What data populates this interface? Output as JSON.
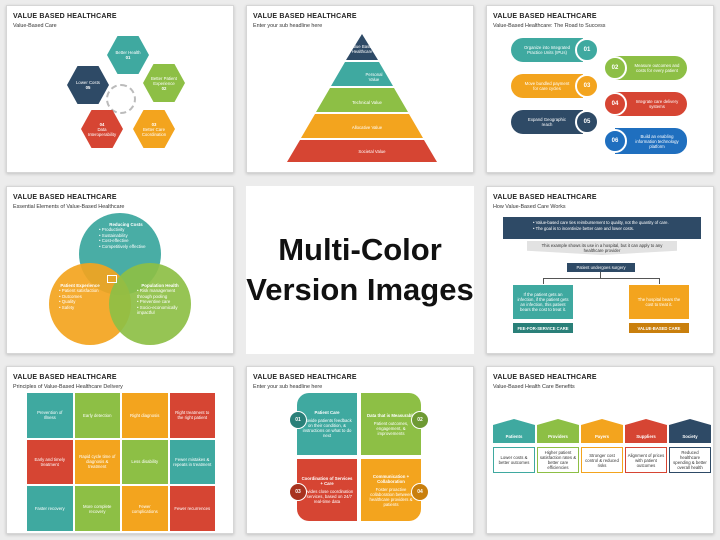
{
  "center": {
    "line1": "Multi-Color",
    "line2": "Version Images"
  },
  "slide1": {
    "title": "VALUE BASED HEALTHCARE",
    "subtitle": "Value-Based Care",
    "items": [
      {
        "num": "01",
        "label": "Better Health",
        "color": "#3fa9a0"
      },
      {
        "num": "02",
        "label": "Better Patient Experience",
        "color": "#8dbf45"
      },
      {
        "num": "03",
        "label": "Better Care Coordination",
        "color": "#f3a41e"
      },
      {
        "num": "04",
        "label": "Data Interoperability",
        "color": "#d64533"
      },
      {
        "num": "05",
        "label": "Lower Costs",
        "color": "#2e4a66"
      }
    ]
  },
  "slide2": {
    "title": "VALUE BASED HEALTHCARE",
    "subtitle": "Enter your sub headline here",
    "levels": [
      {
        "label": "Value Based Healthcare",
        "color": "#2e4a66"
      },
      {
        "label": "Personal Value",
        "color": "#3fa9a0"
      },
      {
        "label": "Technical Value",
        "color": "#8dbf45"
      },
      {
        "label": "Allocative Value",
        "color": "#f3a41e"
      },
      {
        "label": "Societal Value",
        "color": "#d64533"
      }
    ]
  },
  "slide3": {
    "title": "VALUE BASED HEALTHCARE",
    "subtitle": "Value-Based Healthcare: The Road to Success",
    "items": [
      {
        "num": "01",
        "label": "Organize into Integrated Practice Units (IPUs)",
        "color": "#3fa9a0"
      },
      {
        "num": "02",
        "label": "Measure outcomes and costs for every patient",
        "color": "#8dbf45"
      },
      {
        "num": "03",
        "label": "Move bundled payment for care cycles",
        "color": "#f3a41e"
      },
      {
        "num": "04",
        "label": "Integrate care delivery systems",
        "color": "#d64533"
      },
      {
        "num": "05",
        "label": "Expand Geographic reach",
        "color": "#2e4a66"
      },
      {
        "num": "06",
        "label": "Build an enabling information technology platform",
        "color": "#1f6fbf"
      }
    ]
  },
  "slide4": {
    "title": "VALUE BASED HEALTHCARE",
    "subtitle": "Essential Elements of Value-Based Healthcare",
    "top": {
      "head": "Reducing Costs",
      "b1": "Productivity",
      "b2": "Sustainability",
      "b3": "Cost-effective",
      "b4": "Competitively effective"
    },
    "left": {
      "head": "Patient Experience",
      "b1": "Patient satisfaction",
      "b2": "Outcomes",
      "b3": "Quality",
      "b4": "Safety"
    },
    "right": {
      "head": "Population Health",
      "b1": "Risk management through pooling",
      "b2": "Preventive care",
      "b3": "Socio-economically impactful"
    }
  },
  "slide5": {
    "title": "VALUE BASED HEALTHCARE",
    "subtitle": "How Value-Based Care Works",
    "banner1": "Value-based care ties reimbursement to quality, not the quantity of care.",
    "banner2": "The goal is to incentivize better care and lower costs.",
    "example": "This example shows its use in a hospital, but it can apply to any healthcare provider",
    "surgery": "Patient undergoes surgery",
    "left_text": "If the patient gets an infection, if the patient gets an infection, this patient bears the cost to treat it.",
    "left_label": "FEE-FOR-SERVICE CARE",
    "right_text": "The hospital bears the cost to treat it.",
    "right_label": "VALUE-BASED CARE"
  },
  "slide6": {
    "title": "VALUE BASED HEALTHCARE",
    "subtitle": "Principles of Value-Based Healthcare Delivery",
    "cells": [
      {
        "label": "Prevention of Illness",
        "color": "#3fa9a0"
      },
      {
        "label": "Early detection",
        "color": "#8dbf45"
      },
      {
        "label": "Right diagnosis",
        "color": "#f3a41e"
      },
      {
        "label": "Right treatment to the right patient",
        "color": "#d64533"
      },
      {
        "label": "Early and timely treatment",
        "color": "#d64533"
      },
      {
        "label": "Rapid cycle time of diagnosis & treatment",
        "color": "#f3a41e"
      },
      {
        "label": "Less disability",
        "color": "#8dbf45"
      },
      {
        "label": "Fewer mistakes & repeats in treatment",
        "color": "#3fa9a0"
      },
      {
        "label": "Faster recovery",
        "color": "#3fa9a0"
      },
      {
        "label": "More complete recovery",
        "color": "#8dbf45"
      },
      {
        "label": "Fewer complications",
        "color": "#f3a41e"
      },
      {
        "label": "Fewer recurrences",
        "color": "#d64533"
      }
    ]
  },
  "slide7": {
    "title": "VALUE BASED HEALTHCARE",
    "subtitle": "Enter your sub headline here",
    "items": [
      {
        "num": "01",
        "head": "Patient Care",
        "text": "Provide patients feedback on their condition, & instructions on what to do next",
        "color": "#3fa9a0"
      },
      {
        "num": "02",
        "head": "Data that is Measurable",
        "text": "Patient outcomes, engagement, & improvements",
        "color": "#8dbf45"
      },
      {
        "num": "03",
        "head": "Coordination of Services + Care",
        "text": "Provides close coordination of services, based on 24/7 real-time data",
        "color": "#d64533"
      },
      {
        "num": "04",
        "head": "Communication + Collaboration",
        "text": "Foster proactive collaboration between healthcare providers & patients",
        "color": "#f3a41e"
      }
    ]
  },
  "slide8": {
    "title": "VALUE BASED HEALTHCARE",
    "subtitle": "Value-Based Health Care Benefits",
    "items": [
      {
        "head": "Patients",
        "text": "Lower costs & better outcomes",
        "color": "#3fa9a0"
      },
      {
        "head": "Providers",
        "text": "Higher patient satisfaction rates & better care efficiencies",
        "color": "#8dbf45"
      },
      {
        "head": "Payers",
        "text": "Stronger cost control & reduced risks",
        "color": "#f3a41e"
      },
      {
        "head": "Suppliers",
        "text": "Alignment of prices with patient outcomes",
        "color": "#d64533"
      },
      {
        "head": "Society",
        "text": "Reduced healthcare spending & better overall health",
        "color": "#2e4a66"
      }
    ]
  }
}
